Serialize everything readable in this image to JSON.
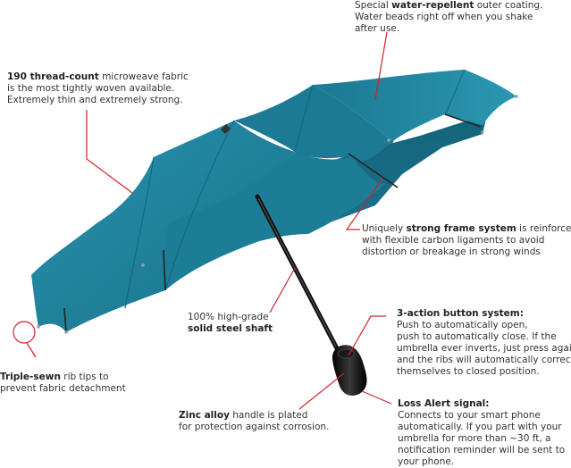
{
  "colors": {
    "canopy": "#1f7f98",
    "canopy_dark": "#14647a",
    "canopy_light": "#2a93ad",
    "leader": "#d4202a",
    "shaft": "#111111",
    "text": "#333333"
  },
  "callouts": {
    "water": {
      "lines": [
        {
          "pre": "Special ",
          "bold": "water-repellent",
          "post": " outer coating."
        },
        {
          "pre": "Water beads right off when you shake",
          "bold": "",
          "post": ""
        },
        {
          "pre": "after use.",
          "bold": "",
          "post": ""
        }
      ]
    },
    "fabric": {
      "lines": [
        {
          "pre": "",
          "bold": "190 thread-count",
          "post": " microweave fabric"
        },
        {
          "pre": "is the most tightly woven available.",
          "bold": "",
          "post": ""
        },
        {
          "pre": "Extremely thin and extremely strong.",
          "bold": "",
          "post": ""
        }
      ]
    },
    "frame": {
      "lines": [
        {
          "pre": "Uniquely ",
          "bold": "strong frame system",
          "post": " is reinforced"
        },
        {
          "pre": "with flexible carbon ligaments to avoid",
          "bold": "",
          "post": ""
        },
        {
          "pre": "distortion or breakage in strong winds",
          "bold": "",
          "post": ""
        }
      ]
    },
    "shaft": {
      "lines": [
        {
          "pre": "100% high-grade",
          "bold": "",
          "post": ""
        },
        {
          "pre": "",
          "bold": "solid steel shaft",
          "post": ""
        }
      ]
    },
    "button": {
      "lines": [
        {
          "pre": "",
          "bold": "3-action button system:",
          "post": ""
        },
        {
          "pre": "Push to automatically open,",
          "bold": "",
          "post": ""
        },
        {
          "pre": "push to automatically close.  If the",
          "bold": "",
          "post": ""
        },
        {
          "pre": "umbrella ever inverts, just press again",
          "bold": "",
          "post": ""
        },
        {
          "pre": "and the ribs will automatically correct",
          "bold": "",
          "post": ""
        },
        {
          "pre": "themselves to closed position.",
          "bold": "",
          "post": ""
        }
      ]
    },
    "tips": {
      "lines": [
        {
          "pre": "",
          "bold": "Triple-sewn",
          "post": " rib tips to"
        },
        {
          "pre": "prevent fabric detachment",
          "bold": "",
          "post": ""
        }
      ]
    },
    "handle": {
      "lines": [
        {
          "pre": "",
          "bold": "Zinc alloy",
          "post": " handle is plated"
        },
        {
          "pre": "for protection against corrosion.",
          "bold": "",
          "post": ""
        }
      ]
    },
    "alert": {
      "lines": [
        {
          "pre": "",
          "bold": "Loss Alert signal:",
          "post": ""
        },
        {
          "pre": "Connects to your smart phone",
          "bold": "",
          "post": ""
        },
        {
          "pre": "automatically.  If you part with your",
          "bold": "",
          "post": ""
        },
        {
          "pre": "umbrella for more than ~30 ft, a",
          "bold": "",
          "post": ""
        },
        {
          "pre": "notification reminder will be sent to",
          "bold": "",
          "post": ""
        },
        {
          "pre": "your phone.",
          "bold": "",
          "post": ""
        }
      ]
    }
  }
}
